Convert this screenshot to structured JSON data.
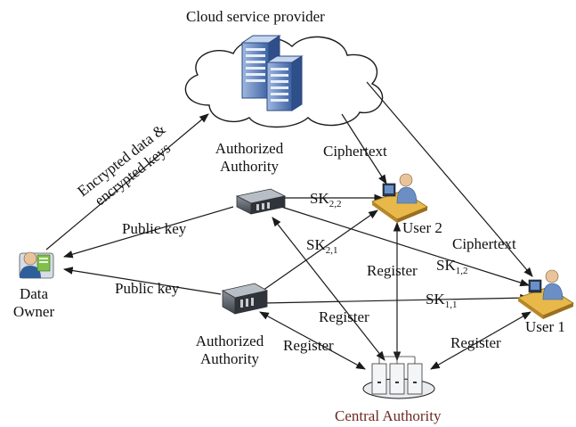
{
  "nodes": {
    "cloud_provider": "Cloud service provider",
    "authorized_authority_top": [
      "Authorized",
      "Authority"
    ],
    "authorized_authority_bottom": [
      "Authorized",
      "Authority"
    ],
    "data_owner": [
      "Data",
      "Owner"
    ],
    "user1": "User 1",
    "user2": "User 2",
    "central_authority": "Central Authority"
  },
  "edges": {
    "encrypted": [
      "Encrypted data &",
      "encrypted keys"
    ],
    "public_key_top": "Public key",
    "public_key_bottom": "Public key",
    "ciphertext_user2": "Ciphertext",
    "ciphertext_user1": "Ciphertext",
    "sk22": {
      "base": "SK",
      "sub": "2,2"
    },
    "sk21": {
      "base": "SK",
      "sub": "2,1"
    },
    "sk12": {
      "base": "SK",
      "sub": "1,2"
    },
    "sk11": {
      "base": "SK",
      "sub": "1,1"
    },
    "register_user2": "Register",
    "register_aa_top": "Register",
    "register_aa_bottom": "Register",
    "register_user1": "Register"
  },
  "colors": {
    "line": "#1a1a1a",
    "building": "#4a6fb0",
    "server": "#5a5f66",
    "ca_label": "#6b2a22",
    "user_desk": "#e8b84a"
  }
}
